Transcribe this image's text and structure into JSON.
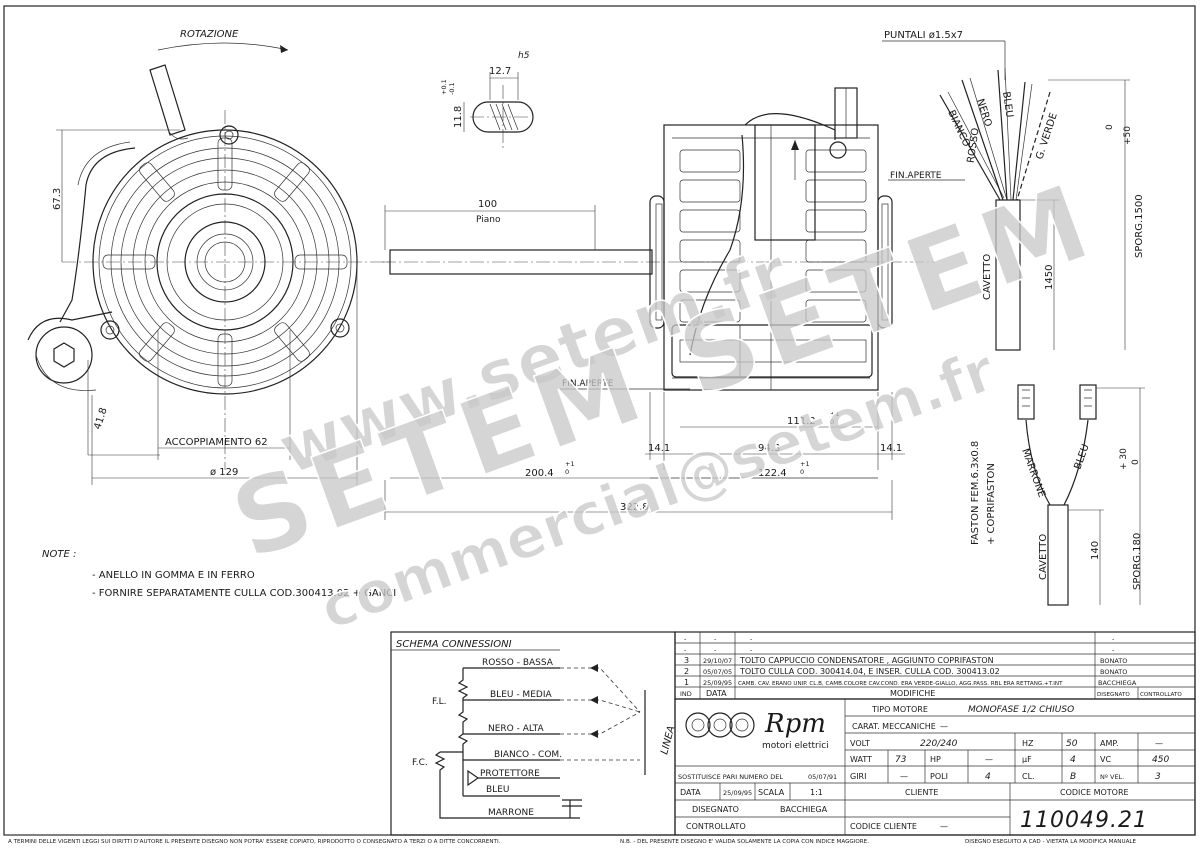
{
  "drawing": {
    "rotation_label": "ROTAZIONE",
    "shaft": {
      "h5": "h5",
      "width": "12.7",
      "height": "11.8",
      "tol_top": "+0.1",
      "tol_bottom": "-0.1"
    },
    "dims": {
      "d67": "67.3",
      "d41": "41.8",
      "coupling": "ACCOPPIAMENTO 62",
      "dia": "ø 129",
      "d100": "100",
      "piano": "Piano",
      "d111": "111.2",
      "d943": "94.3",
      "d14a": "14.1",
      "d14b": "14.1",
      "d200": "200.4",
      "d1224": "122.4",
      "d3228": "322.8",
      "tol": "+1",
      "tol0": "0",
      "d1450": "1450",
      "d140": "140"
    },
    "fin_aperte_1": "FIN.APERTE",
    "fin_aperte_2": "FIN.APERTE",
    "puntali": "PUNTALI ø1.5x7",
    "wires": [
      "BIANCO",
      "NERO",
      "BLEU",
      "ROSSO",
      "G. VERDE"
    ],
    "cavetto_1": "CAVETTO",
    "sporg_1": "SPORG.1500",
    "sporg_1_tol_a": "+50",
    "sporg_1_tol_b": "0",
    "faston": "FASTON FEM.6.3x0.8",
    "coprifaston": "+ COPRIFASTON",
    "wires_2": [
      "MARRONE",
      "BLEU"
    ],
    "cavetto_2": "CAVETTO",
    "sporg_2": "SPORG.180",
    "sporg_2_tol_a": "+ 30",
    "sporg_2_tol_b": "0"
  },
  "watermark": {
    "site": "www.setem.fr",
    "brand": "SETEM SETEM",
    "email": "commercial@setem.fr"
  },
  "notes": {
    "title": "NOTE :",
    "items": [
      "- ANELLO IN GOMMA E IN FERRO",
      "- FORNIRE SEPARATAMENTE CULLA COD.300413.02 + GANCI"
    ]
  },
  "schema": {
    "title": "SCHEMA CONNESSIONI",
    "rosso": "ROSSO - BASSA",
    "bleu": "BLEU - MEDIA",
    "nero": "NERO - ALTA",
    "bianco": "BIANCO - COM.",
    "protettore": "PROTETTORE",
    "bleu2": "BLEU",
    "marrone": "MARRONE",
    "fl": "F.L.",
    "fc": "F.C.",
    "linea": "LINEA"
  },
  "revisions": {
    "rows": [
      {
        "ind": "-",
        "date": "-",
        "text": "-",
        "by": "-"
      },
      {
        "ind": "-",
        "date": "-",
        "text": "-",
        "by": "-"
      },
      {
        "ind": "3",
        "date": "29/10/07",
        "text": "TOLTO CAPPUCCIO CONDENSATORE , AGGIUNTO COPRIFASTON",
        "by": "BONATO"
      },
      {
        "ind": "2",
        "date": "05/07/05",
        "text": "TOLTO CULLA COD. 300414.04, E INSER. CULLA COD. 300413.02",
        "by": "BONATO"
      },
      {
        "ind": "1",
        "date": "25/09/95",
        "text": "CAMB. CAV. ERANO UNIP. CL.B, CAMB.COLORE CAV.COND. ERA VERDE-GIALLO, AGG.PASS. RBL ERA RETTANG.+T.INT",
        "by": "BACCHIEGA"
      }
    ],
    "header": {
      "ind": "IND",
      "date": "DATA",
      "mod": "MODIFICHE",
      "drawn": "DISEGNATO",
      "checked": "CONTROLLATO"
    }
  },
  "title_block": {
    "logo_big": "Rpm",
    "logo_small": "motori elettrici",
    "tipo_label": "TIPO MOTORE",
    "tipo_value": "MONOFASE 1/2 CHIUSO",
    "carat_label": "CARAT. MECCANICHE",
    "carat_value": "—",
    "volt_label": "VOLT",
    "volt_value": "220/240",
    "hz_label": "HZ",
    "hz_value": "50",
    "amp_label": "AMP.",
    "amp_value": "—",
    "watt_label": "WATT",
    "watt_value": "73",
    "hp_label": "HP",
    "hp_value": "—",
    "uf_label": "µF",
    "uf_value": "4",
    "vc_label": "VC",
    "vc_value": "450",
    "giri_label": "GIRI",
    "giri_value": "—",
    "poli_label": "POLI",
    "poli_value": "4",
    "cl_label": "CL.",
    "cl_value": "B",
    "nvel_label": "Nº VEL.",
    "nvel_value": "3",
    "sost": "SOSTITUISCE PARI NUMERO DEL",
    "sost_date": "05/07/91",
    "data_label": "DATA",
    "data_value": "25/09/95",
    "scala_label": "SCALA",
    "scala_value": "1:1",
    "cliente_label": "CLIENTE",
    "codice_motore_label": "CODICE MOTORE",
    "codice_motore": "110049.21",
    "disegnato_label": "DISEGNATO",
    "disegnato_value": "BACCHIEGA",
    "controllato_label": "CONTROLLATO",
    "codice_cliente_label": "CODICE CLIENTE",
    "codice_cliente_value": "—"
  },
  "footer": {
    "left": "A TERMINI DELLE VIGENTI LEGGI SUI DIRITTI D'AUTORE IL PRESENTE DISEGNO NON POTRA' ESSERE COPIATO, RIPRODOTTO O CONSEGNATO A TERZI O A DITTE CONCORRENTI.",
    "mid": "N.B. - DEL PRESENTE DISEGNO E' VALIDA SOLAMENTE LA COPIA CON INDICE MAGGIORE.",
    "right": "DISEGNO ESEGUITO A CAD - VIETATA LA MODIFICA MANUALE"
  }
}
